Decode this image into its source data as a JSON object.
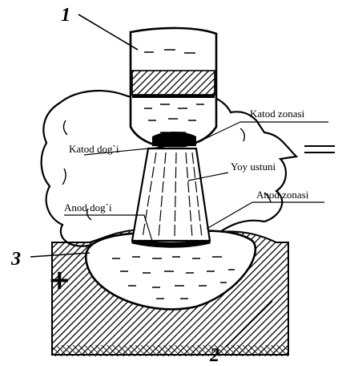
{
  "figure": {
    "numbers": {
      "electrode": "1",
      "workpiece": "2",
      "plate": "3"
    },
    "polarity_sign": "+",
    "labels": {
      "cathode_zone": "Katod zonasi",
      "cathode_spot": "Katod dog`i",
      "arc_column": "Yoy ustuni",
      "anode_zone": "Anod zonasi",
      "anode_spot": "Anod dog`i"
    }
  }
}
